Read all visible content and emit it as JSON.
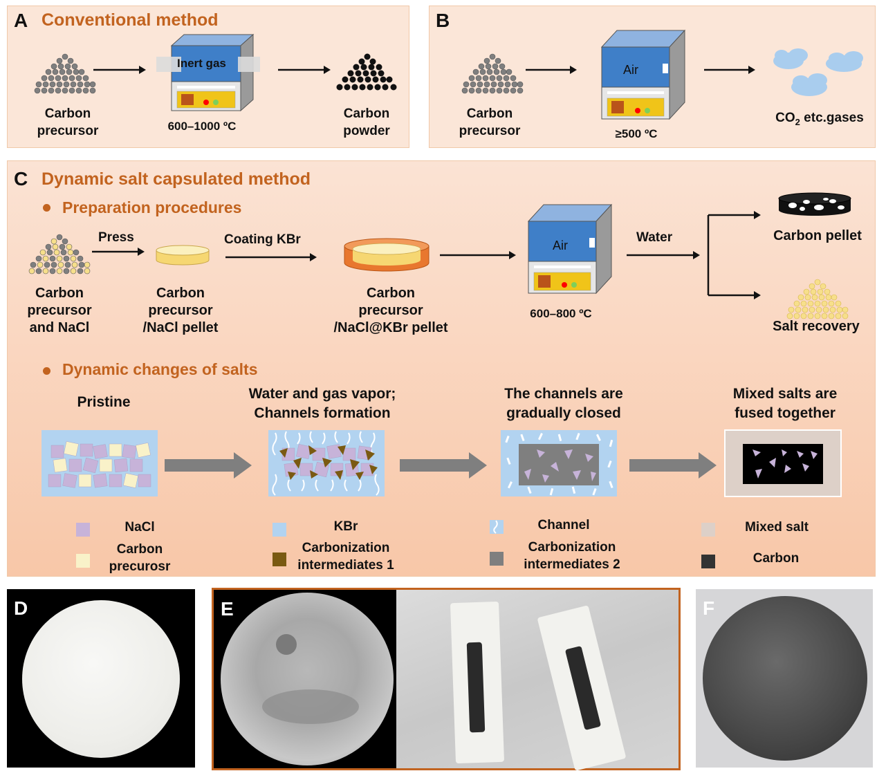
{
  "panelA": {
    "letter": "A",
    "title": "Conventional method",
    "furnace_gas": "Inert gas",
    "input_l1": "Carbon",
    "input_l2": "precursor",
    "temp": "600–1000 ºC",
    "output_l1": "Carbon",
    "output_l2": "powder"
  },
  "panelB": {
    "letter": "B",
    "input_l1": "Carbon",
    "input_l2": "precursor",
    "furnace_gas": "Air",
    "temp": "≥500 ºC",
    "output_co": "CO",
    "output_sub": "2",
    "output_rest": " etc.gases"
  },
  "panelC": {
    "letter": "C",
    "title": "Dynamic salt capsulated method",
    "prep_title": "Preparation procedures",
    "step1": [
      "Carbon",
      "precursor",
      "and NaCl"
    ],
    "press": "Press",
    "step2": [
      "Carbon",
      "precursor",
      "/NaCl pellet"
    ],
    "coating": "Coating KBr",
    "step3": [
      "Carbon",
      "precursor",
      "/NaCl@KBr pellet"
    ],
    "furnace_gas": "Air",
    "temp": "600–800 ºC",
    "water": "Water",
    "out1": "Carbon pellet",
    "out2": "Salt recovery",
    "dyn_title": "Dynamic changes of salts",
    "stage1": [
      "Pristine"
    ],
    "stage2": [
      "Water and gas vapor;",
      "Channels formation"
    ],
    "stage3": [
      "The channels are",
      "gradually closed"
    ],
    "stage4": [
      "Mixed salts are",
      "fused together"
    ],
    "legend": {
      "nacl": "NaCl",
      "carbon_prec": [
        "Carbon",
        "precurosr"
      ],
      "kbr": "KBr",
      "ci1": [
        "Carbonization",
        "intermediates 1"
      ],
      "channel": "Channel",
      "ci2": [
        "Carbonization",
        "intermediates 2"
      ],
      "mixed": "Mixed salt",
      "carbon": "Carbon"
    },
    "colors": {
      "nacl": "#c7b3d9",
      "carbon_prec": "#f9f2c9",
      "kbr": "#b2d3f0",
      "ci1": "#7a5a12",
      "ci2": "#7f7f7f",
      "mixed": "#ddd0c8",
      "carbon": "#333333",
      "accent": "#c2631f"
    }
  },
  "photos": {
    "D": "D",
    "E": "E",
    "F": "F"
  }
}
